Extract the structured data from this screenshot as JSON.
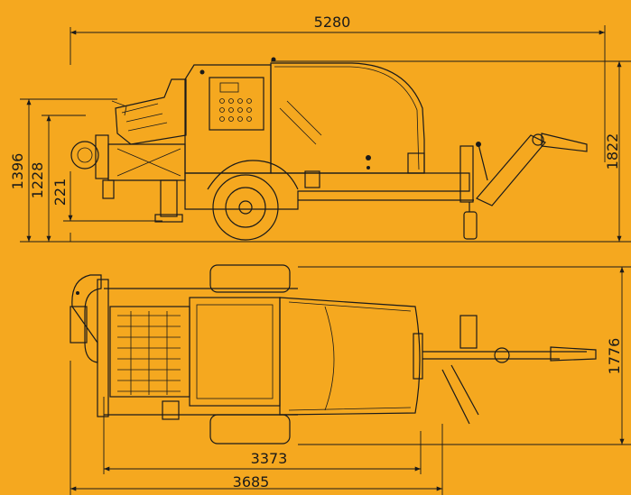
{
  "colors": {
    "background": "#F5A81F",
    "ink": "#1a1a1a"
  },
  "dimensions": {
    "overall_length": "5280",
    "side_height": "1822",
    "height_1": "1396",
    "height_2": "1228",
    "height_3": "221",
    "width": "1776",
    "length_1": "3373",
    "length_2": "3685"
  }
}
